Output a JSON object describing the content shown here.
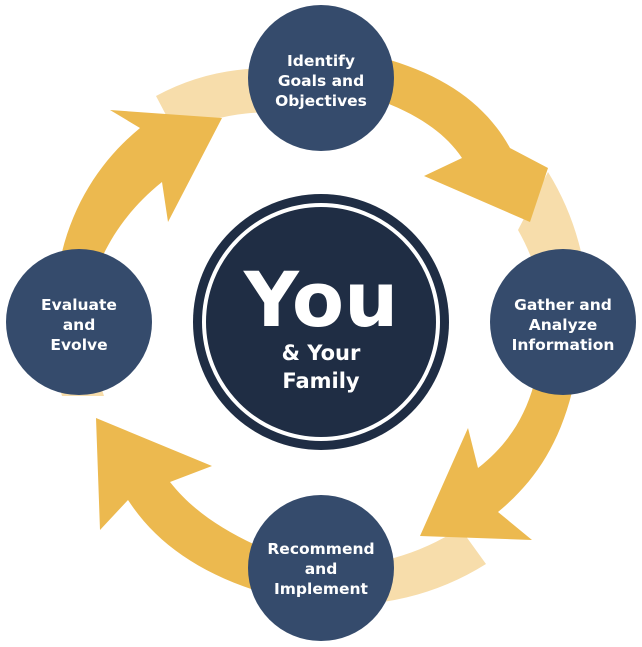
{
  "colors": {
    "arrow": "#ecb94f",
    "arrow_light": "#f7ddab",
    "node_fill": "#354b6c",
    "hub_fill": "#1f2d44",
    "text": "#ffffff"
  },
  "center": {
    "title": "You",
    "subtitle_lines": [
      "& Your",
      "Family"
    ]
  },
  "steps": [
    {
      "id": "identify",
      "lines": [
        "Identify",
        "Goals and",
        "Objectives"
      ]
    },
    {
      "id": "gather",
      "lines": [
        "Gather and",
        "Analyze",
        "Information"
      ]
    },
    {
      "id": "recommend",
      "lines": [
        "Recommend",
        "and",
        "Implement"
      ]
    },
    {
      "id": "evaluate",
      "lines": [
        "Evaluate",
        "and",
        "Evolve"
      ]
    }
  ]
}
